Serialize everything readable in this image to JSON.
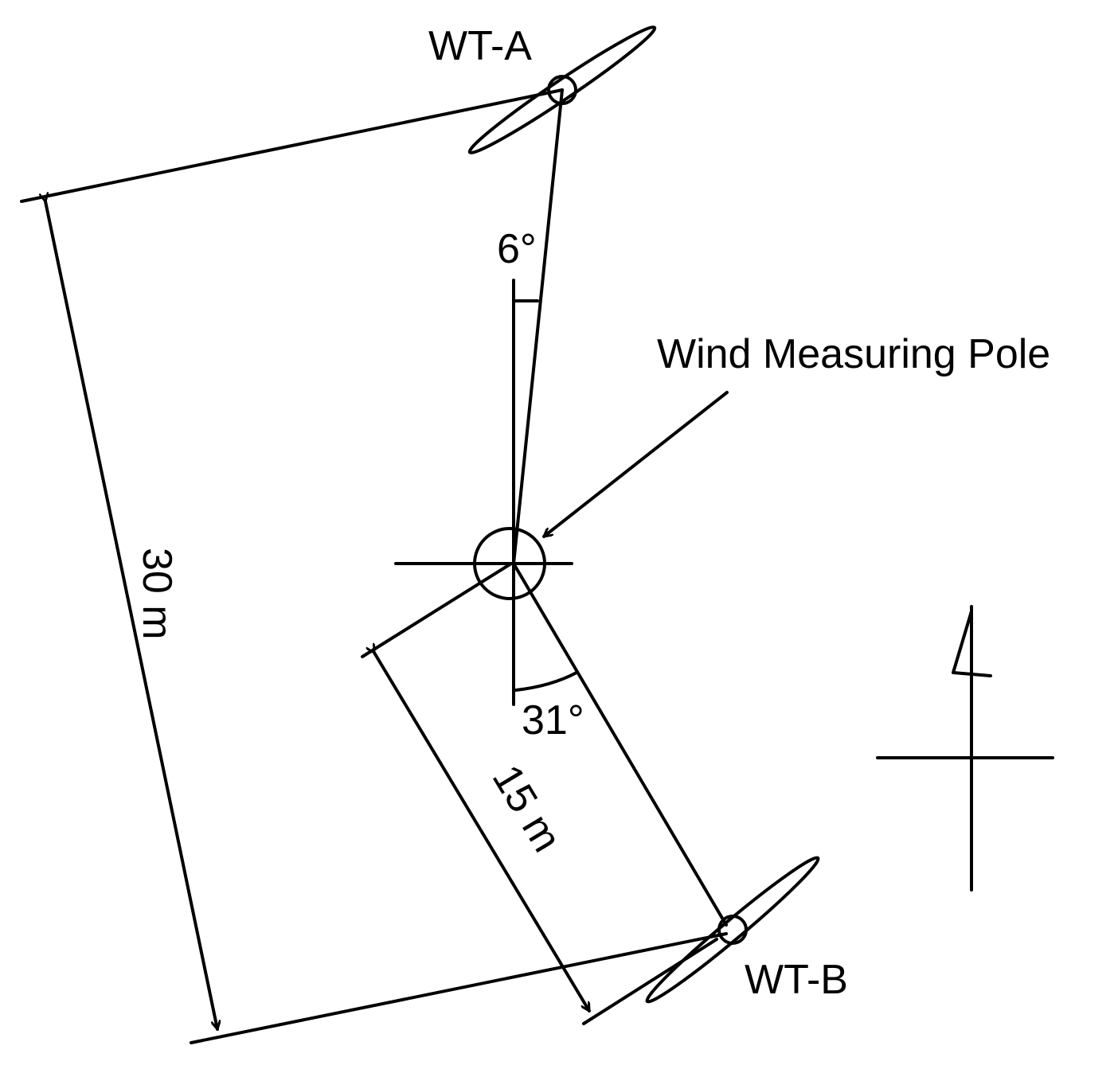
{
  "labels": {
    "turbine_a": "WT-A",
    "turbine_b": "WT-B",
    "pole": "Wind Measuring Pole",
    "angle_a": "6°",
    "angle_b": "31°",
    "dist_30": "30 m",
    "dist_15": "15 m"
  },
  "icons": {
    "north_marker": "north-arrow-icon"
  },
  "colors": {
    "ink": "#000000",
    "background": "#ffffff"
  }
}
